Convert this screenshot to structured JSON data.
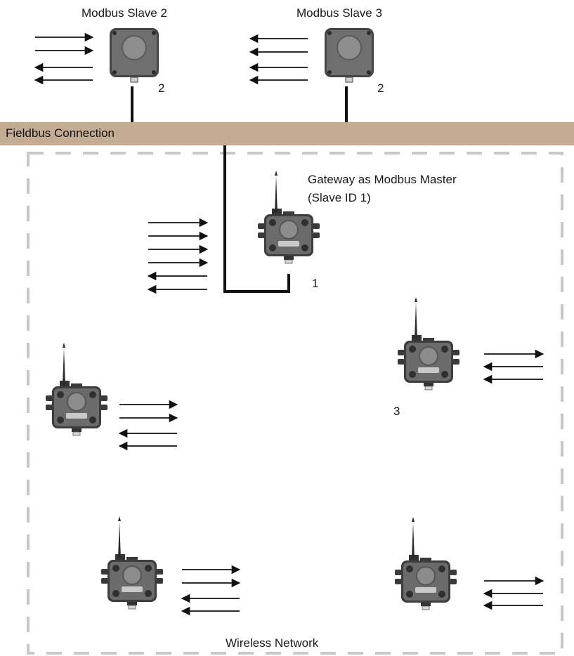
{
  "labels": {
    "slave2": "Modbus Slave 2",
    "slave3": "Modbus Slave 3",
    "fieldbus": "Fieldbus Connection",
    "gateway_line1": "Gateway as Modbus Master",
    "gateway_line2": "(Slave ID 1)",
    "wireless": "Wireless Network"
  },
  "numbers": {
    "slave2_id": "2",
    "slave3_id": "2",
    "gateway_id": "1",
    "node_right_id": "3"
  },
  "colors": {
    "bus": "#c4ab93",
    "dash": "#c8c8c8",
    "device_body": "#4a4a4a",
    "device_face": "#8a8a8a"
  },
  "icons": [
    "modbus-slave-device-icon",
    "wireless-node-device-icon",
    "gateway-device-icon",
    "arrow-icon"
  ]
}
